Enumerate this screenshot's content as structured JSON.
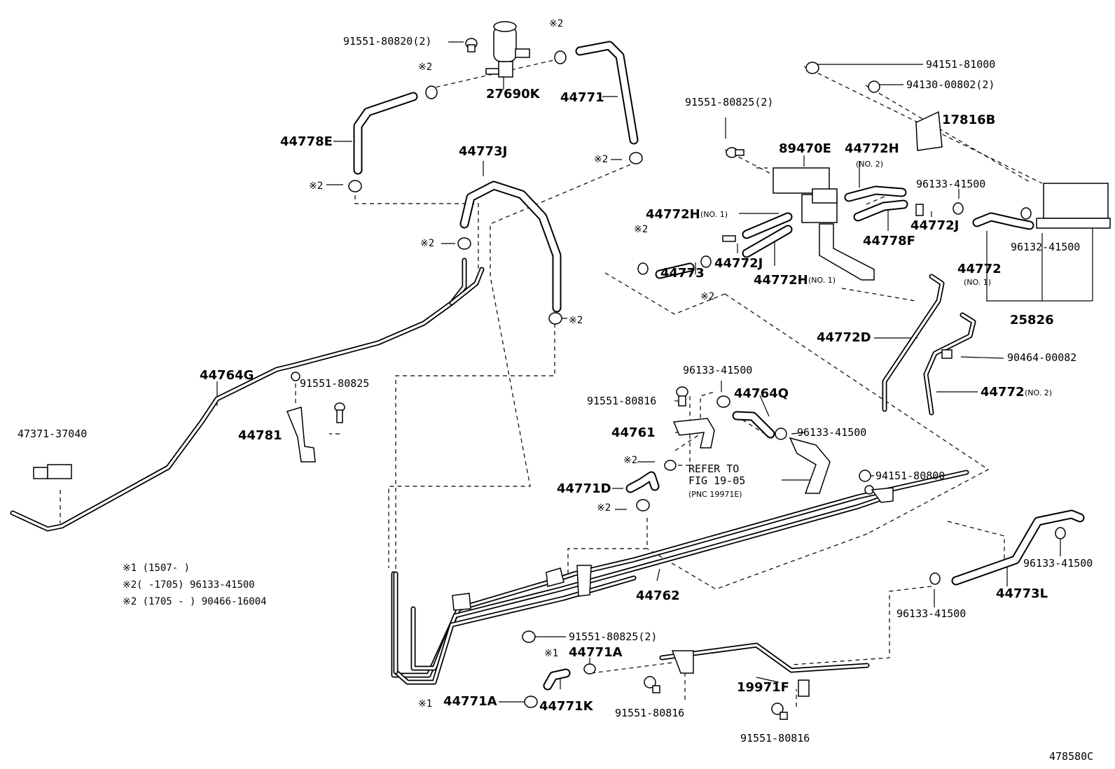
{
  "labels": {
    "p91551_80820": "91551-80820(2)",
    "p27690k": "27690K",
    "p44771": "44771",
    "p44778e": "44778E",
    "p44773j": "44773J",
    "p44764g": "44764G",
    "p91551_80825_a": "91551-80825",
    "p44781": "44781",
    "p47371": "47371-37040",
    "p94151_81000": "94151-81000",
    "p94130": "94130-00802(2)",
    "p17816b": "17816B",
    "p91551_80825_2": "91551-80825(2)",
    "p89470e": "89470E",
    "p44772h_top": "44772H",
    "p96133_a": "96133-41500",
    "p44772h_no1": "44772H",
    "p44772j_a": "44772J",
    "p44778f": "44778F",
    "p44773": "44773",
    "p44772j_b": "44772J",
    "p44772h_no1b": "44772H",
    "p44772_no1": "44772",
    "p96132": "96132-41500",
    "p25826": "25826",
    "p44772d": "44772D",
    "p90464": "90464-00082",
    "p44772_no2": "44772",
    "p96133_b": "96133-41500",
    "p91551_80816_a": "91551-80816",
    "p44764q": "44764Q",
    "p44761": "44761",
    "p96133_c": "96133-41500",
    "p44771d": "44771D",
    "p94151_80800": "94151-80800",
    "p44762": "44762",
    "p91551_80825_b": "91551-80825(2)",
    "p44771a_a": "44771A",
    "p44771a_b": "44771A",
    "p44771k": "44771K",
    "p91551_80816_b": "91551-80816",
    "p19971f": "19971F",
    "p91551_80816_c": "91551-80816",
    "p96133_d": "96133-41500",
    "p96133_e": "96133-41500",
    "p44773l": "44773L",
    "diagram_id": "478580C"
  },
  "sublabels": {
    "no2": "(NO. 2)",
    "no1_a": "(NO. 1)",
    "no1_b": "(NO. 1)",
    "no1_c": "(NO. 1)",
    "no2_b": "(NO. 2)"
  },
  "marks": {
    "m2": "※2",
    "m1": "※1"
  },
  "refer": {
    "line1": "REFER TO",
    "line2": "FIG 19-05",
    "line3": "(PNC 19971E)"
  },
  "notes": [
    "※1 (1507-      )",
    "※2(      -1705) 96133-41500",
    "※2 (1705 -      ) 90466-16004"
  ]
}
